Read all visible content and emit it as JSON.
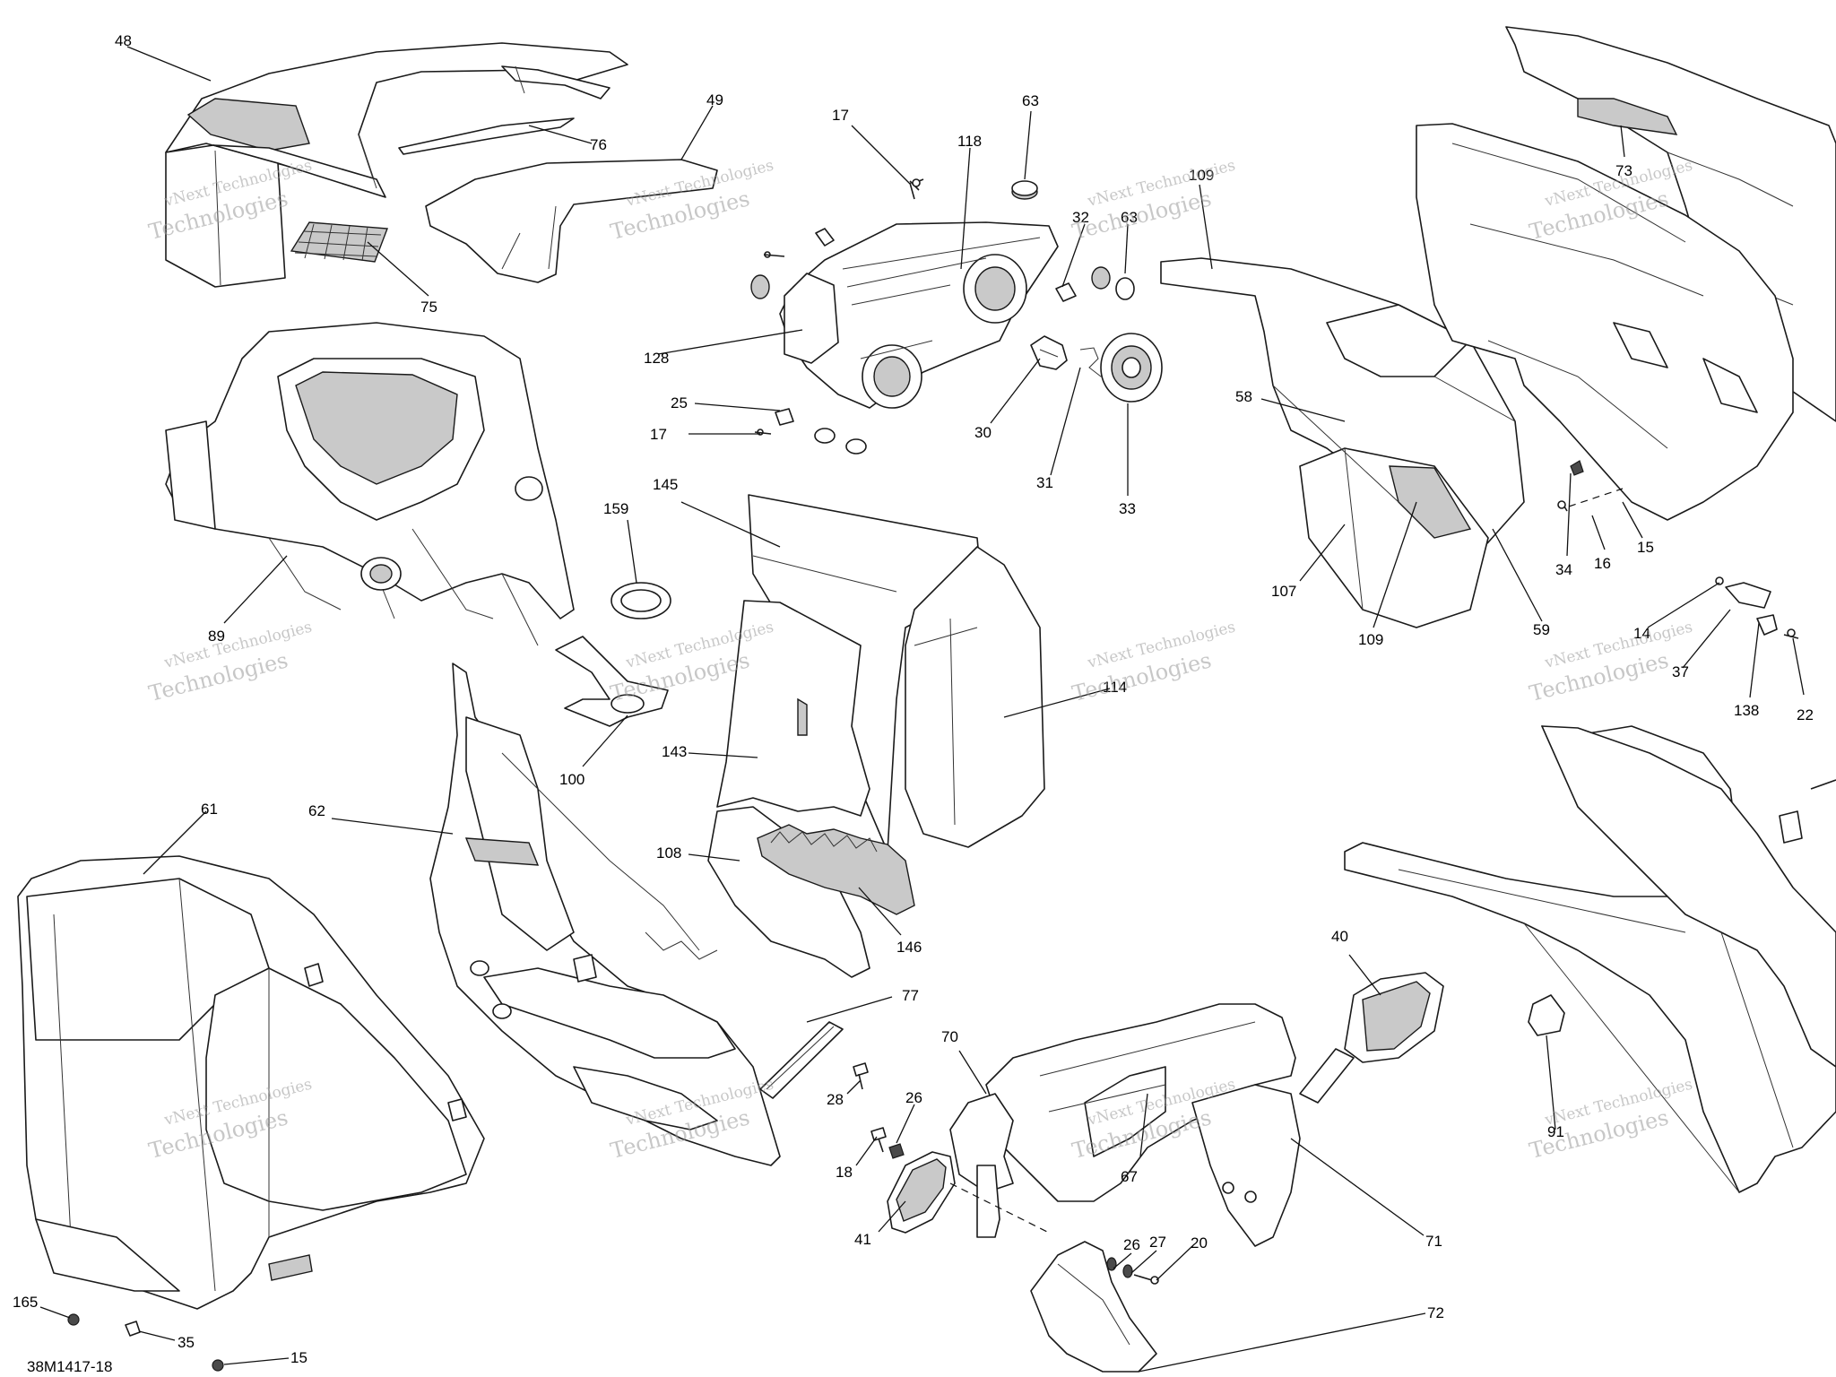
{
  "diagram": {
    "reference_code": "38M1417-18",
    "watermark": {
      "line1": "vNext Technologies",
      "line2": "Technologies"
    },
    "callouts": [
      "48",
      "76",
      "75",
      "49",
      "17",
      "118",
      "63",
      "32",
      "63",
      "109",
      "73",
      "128",
      "25",
      "17",
      "30",
      "31",
      "33",
      "58",
      "34",
      "16",
      "15",
      "107",
      "109",
      "59",
      "14",
      "37",
      "138",
      "22",
      "89",
      "145",
      "159",
      "100",
      "143",
      "114",
      "108",
      "146",
      "61",
      "62",
      "77",
      "28",
      "26",
      "18",
      "41",
      "70",
      "67",
      "40",
      "71",
      "91",
      "26",
      "27",
      "20",
      "72",
      "165",
      "35",
      "15"
    ]
  }
}
